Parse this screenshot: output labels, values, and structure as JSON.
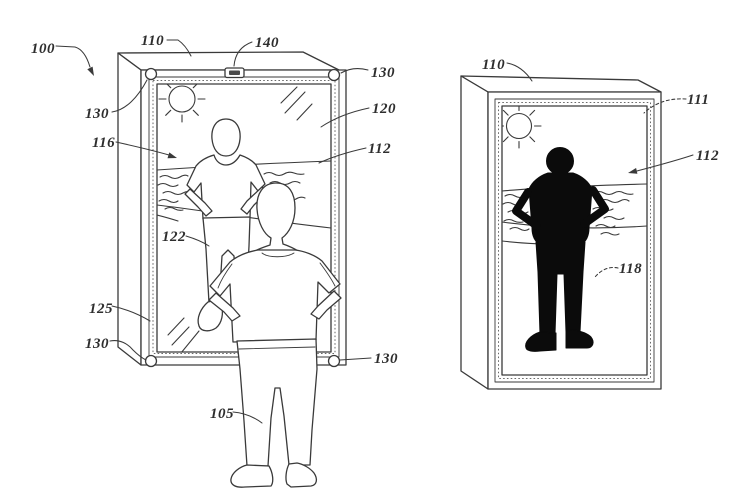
{
  "figure": {
    "colors": {
      "background": "#ffffff",
      "line": "#3a3a3a",
      "silhouette": "#0b0b0b"
    }
  },
  "labels": {
    "left": {
      "assembly": "100",
      "frame_top": "110",
      "camera": "140",
      "corner_tr": "130",
      "corner_tl": "130",
      "glass": "120",
      "scene": "112",
      "reflection": "116",
      "reflection_leg": "122",
      "bezel": "125",
      "corner_bl": "130",
      "corner_br": "130",
      "user": "105"
    },
    "right": {
      "frame_top": "110",
      "panel_edge": "111",
      "scene": "112",
      "silhouette": "118"
    }
  }
}
